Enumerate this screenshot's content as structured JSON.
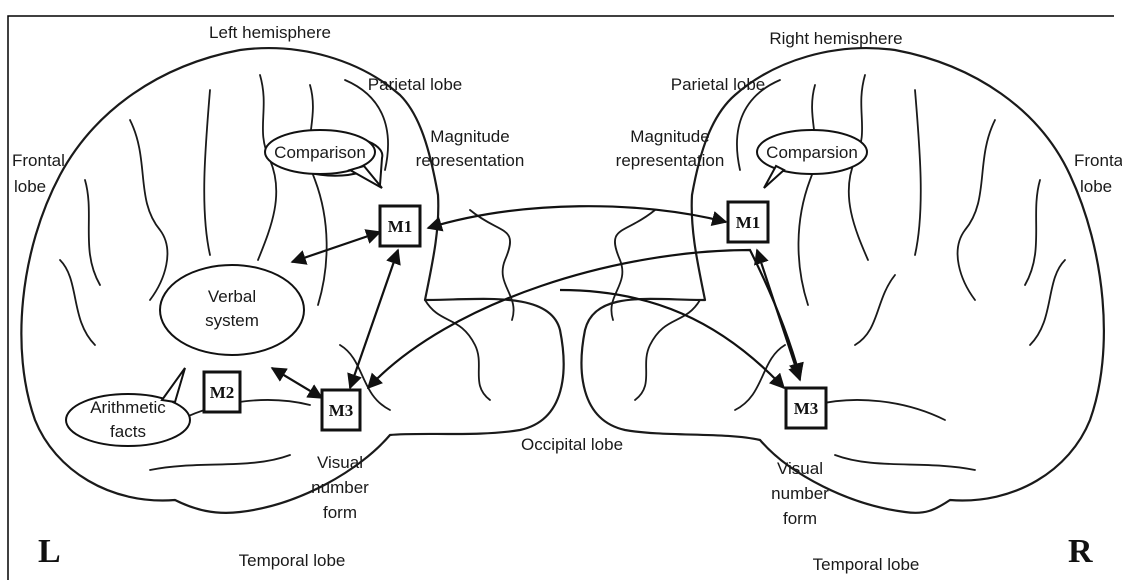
{
  "hemispheres": {
    "left": "Left hemisphere",
    "right": "Right hemisphere"
  },
  "lobes": {
    "parietal_left": "Parietal lobe",
    "parietal_right": "Parietal lobe",
    "frontal_left": [
      "Frontal",
      "lobe"
    ],
    "frontal_right": [
      "Fronta",
      "lobe"
    ],
    "occipital": "Occipital lobe",
    "temporal_left": "Temporal lobe",
    "temporal_right": "Temporal lobe"
  },
  "magnitude": {
    "left": [
      "Magnitude",
      "representation"
    ],
    "right": [
      "Magnitude",
      "representation"
    ]
  },
  "bubbles": {
    "comparison_left": "Comparison",
    "comparison_right": "Comparsion",
    "verbal": [
      "Verbal",
      "system"
    ],
    "arithmetic": [
      "Arithmetic",
      "facts"
    ]
  },
  "modules": {
    "m1_left": "M1",
    "m1_right": "M1",
    "m2": "M2",
    "m3_left": "M3",
    "m3_right": "M3"
  },
  "visual_number_form": {
    "left": [
      "Visual",
      "number",
      "form"
    ],
    "right": [
      "Visual",
      "number",
      "form"
    ]
  },
  "sides": {
    "left": "L",
    "right": "R"
  }
}
